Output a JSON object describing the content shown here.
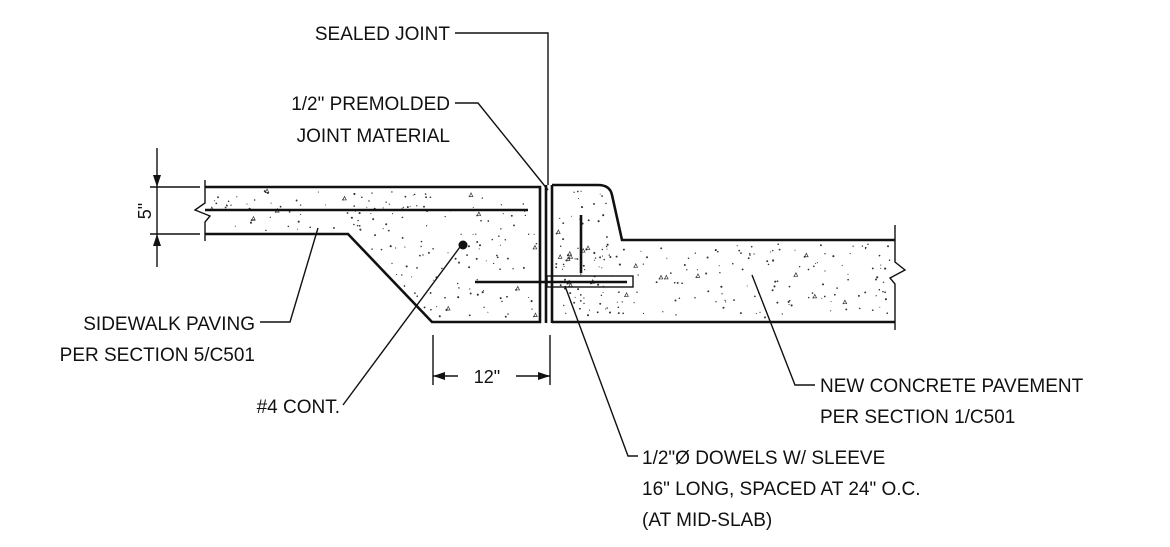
{
  "labels": {
    "sealed_joint": "SEALED JOINT",
    "premolded_line1": "1/2\"  PREMOLDED",
    "premolded_line2": "JOINT MATERIAL",
    "sidewalk_line1": "SIDEWALK PAVING",
    "sidewalk_line2": "PER SECTION 5/C501",
    "rebar": "#4 CONT.",
    "pavement_line1": "NEW CONCRETE PAVEMENT",
    "pavement_line2": "PER SECTION 1/C501",
    "dowel_line1": "1/2\"Ø DOWELS W/ SLEEVE",
    "dowel_line2": "16\" LONG, SPACED AT 24\" O.C.",
    "dowel_line3": "(AT MID-SLAB)"
  },
  "dimensions": {
    "slab_thickness": "5\"",
    "thickened_edge_width": "12\""
  },
  "colors": {
    "line": "#111111",
    "background": "#ffffff"
  }
}
